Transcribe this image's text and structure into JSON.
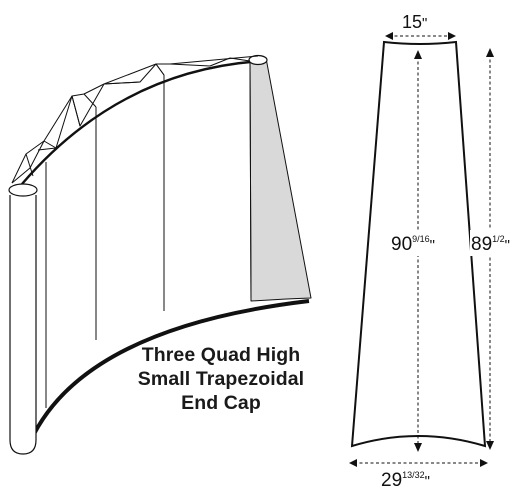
{
  "caption": {
    "line1": "Three Quad High",
    "line2": "Small Trapezoidal",
    "line3": "End Cap"
  },
  "dimensions": {
    "top_width": {
      "whole": "15",
      "unit": "\""
    },
    "center_height": {
      "whole": "90",
      "fraction": "9/16",
      "unit": "\""
    },
    "side_height": {
      "whole": "89",
      "fraction": "1/2",
      "unit": "\""
    },
    "bottom_width": {
      "whole": "29",
      "fraction": "13/32",
      "unit": "\""
    }
  },
  "colors": {
    "line": "#111111",
    "endcap_fill": "#d9d9d9",
    "background": "#ffffff"
  }
}
